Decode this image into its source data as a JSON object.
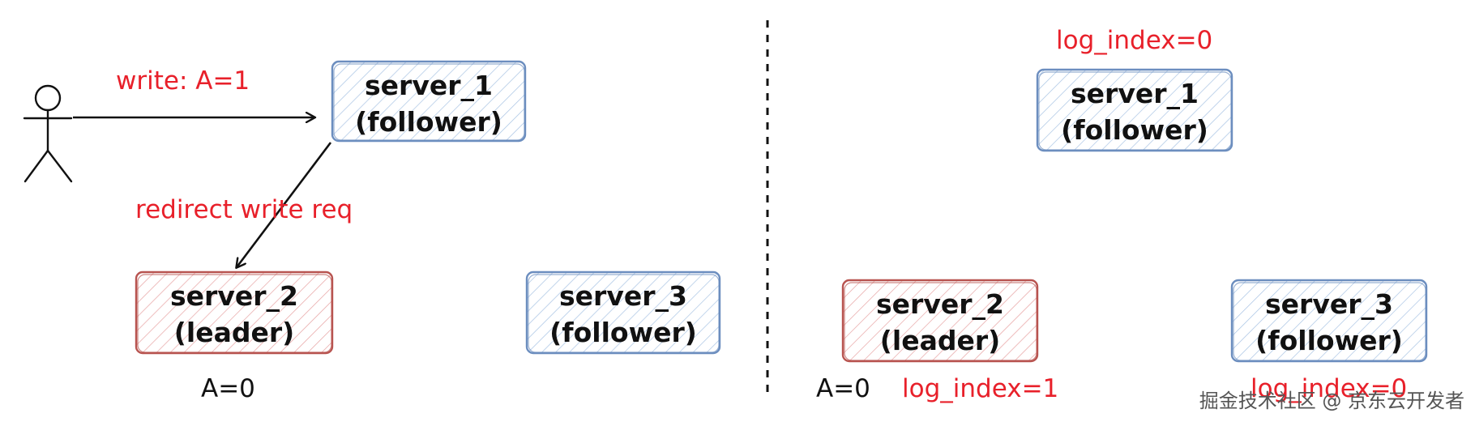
{
  "colors": {
    "follower_stroke": "#6c8ebf",
    "leader_stroke": "#b85450",
    "follower_hatch": "#a9c4e4",
    "leader_hatch": "#e8a3a3",
    "red_text": "#e8202a",
    "ink": "#111111"
  },
  "left_panel": {
    "request_label": "write: A=1",
    "redirect_label": "redirect write req",
    "server_1": {
      "name": "server_1",
      "role": "(follower)"
    },
    "server_2": {
      "name": "server_2",
      "role": "(leader)",
      "state": "A=0"
    },
    "server_3": {
      "name": "server_3",
      "role": "(follower)"
    }
  },
  "right_panel": {
    "server_1": {
      "name": "server_1",
      "role": "(follower)",
      "log_index": "log_index=0"
    },
    "server_2": {
      "name": "server_2",
      "role": "(leader)",
      "state": "A=0",
      "log_index": "log_index=1"
    },
    "server_3": {
      "name": "server_3",
      "role": "(follower)",
      "log_index": "log_index=0"
    }
  },
  "watermark": "掘金技术社区 @ 京东云开发者"
}
